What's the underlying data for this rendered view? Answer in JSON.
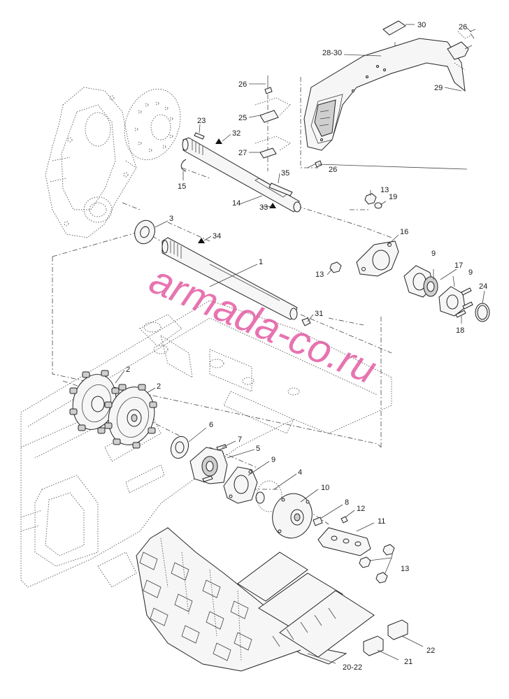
{
  "watermark": "armada-co.ru",
  "labels": [
    {
      "id": "1",
      "text": "1"
    },
    {
      "id": "2a",
      "text": "2"
    },
    {
      "id": "2b",
      "text": "2"
    },
    {
      "id": "3",
      "text": "3"
    },
    {
      "id": "4",
      "text": "4"
    },
    {
      "id": "5",
      "text": "5"
    },
    {
      "id": "6",
      "text": "6"
    },
    {
      "id": "7",
      "text": "7"
    },
    {
      "id": "8",
      "text": "8"
    },
    {
      "id": "9a",
      "text": "9"
    },
    {
      "id": "9b",
      "text": "9"
    },
    {
      "id": "9c",
      "text": "9"
    },
    {
      "id": "10",
      "text": "10"
    },
    {
      "id": "11",
      "text": "11"
    },
    {
      "id": "12",
      "text": "12"
    },
    {
      "id": "13a",
      "text": "13"
    },
    {
      "id": "13b",
      "text": "13"
    },
    {
      "id": "13c",
      "text": "13"
    },
    {
      "id": "14",
      "text": "14"
    },
    {
      "id": "15",
      "text": "15"
    },
    {
      "id": "16",
      "text": "16"
    },
    {
      "id": "17",
      "text": "17"
    },
    {
      "id": "18",
      "text": "18"
    },
    {
      "id": "19",
      "text": "19"
    },
    {
      "id": "20-22",
      "text": "20-22"
    },
    {
      "id": "21",
      "text": "21"
    },
    {
      "id": "22",
      "text": "22"
    },
    {
      "id": "23",
      "text": "23"
    },
    {
      "id": "24",
      "text": "24"
    },
    {
      "id": "25",
      "text": "25"
    },
    {
      "id": "26a",
      "text": "26"
    },
    {
      "id": "26b",
      "text": "26"
    },
    {
      "id": "26c",
      "text": "26"
    },
    {
      "id": "27",
      "text": "27"
    },
    {
      "id": "28-30",
      "text": "28-30"
    },
    {
      "id": "29",
      "text": "29"
    },
    {
      "id": "30",
      "text": "30"
    },
    {
      "id": "31",
      "text": "31"
    },
    {
      "id": "32",
      "text": "32"
    },
    {
      "id": "33",
      "text": "33"
    },
    {
      "id": "34",
      "text": "34"
    },
    {
      "id": "35",
      "text": "35"
    }
  ]
}
